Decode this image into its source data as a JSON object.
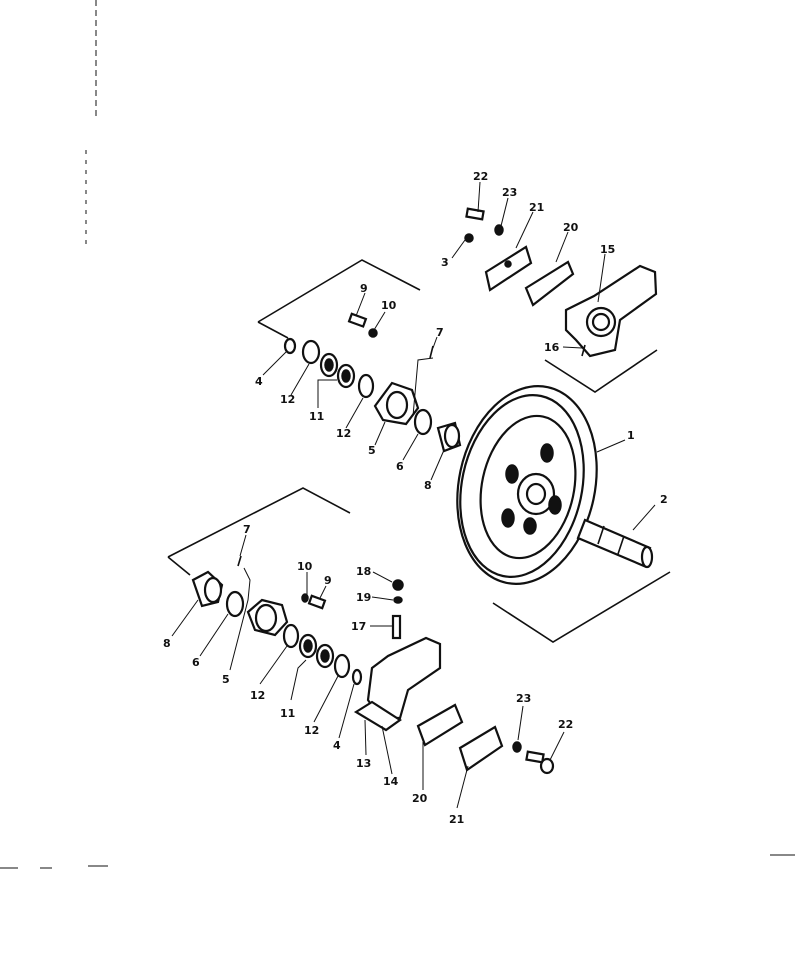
{
  "labels": {
    "l1": "1",
    "l2": "2",
    "l3": "3",
    "l4a": "4",
    "l4b": "4",
    "l5a": "5",
    "l5b": "5",
    "l6a": "6",
    "l6b": "6",
    "l7a": "7",
    "l7b": "7",
    "l8a": "8",
    "l8b": "8",
    "l9a": "9",
    "l9b": "9",
    "l10a": "10",
    "l10b": "10",
    "l11a": "11",
    "l11b": "11",
    "l12a": "12",
    "l12b": "12",
    "l12c": "12",
    "l12d": "12",
    "l13": "13",
    "l14": "14",
    "l15": "15",
    "l16": "16",
    "l17": "17",
    "l18": "18",
    "l19": "19",
    "l20a": "20",
    "l20b": "20",
    "l21a": "21",
    "l21b": "21",
    "l22a": "22",
    "l22b": "22",
    "l23a": "23",
    "l23b": "23"
  }
}
